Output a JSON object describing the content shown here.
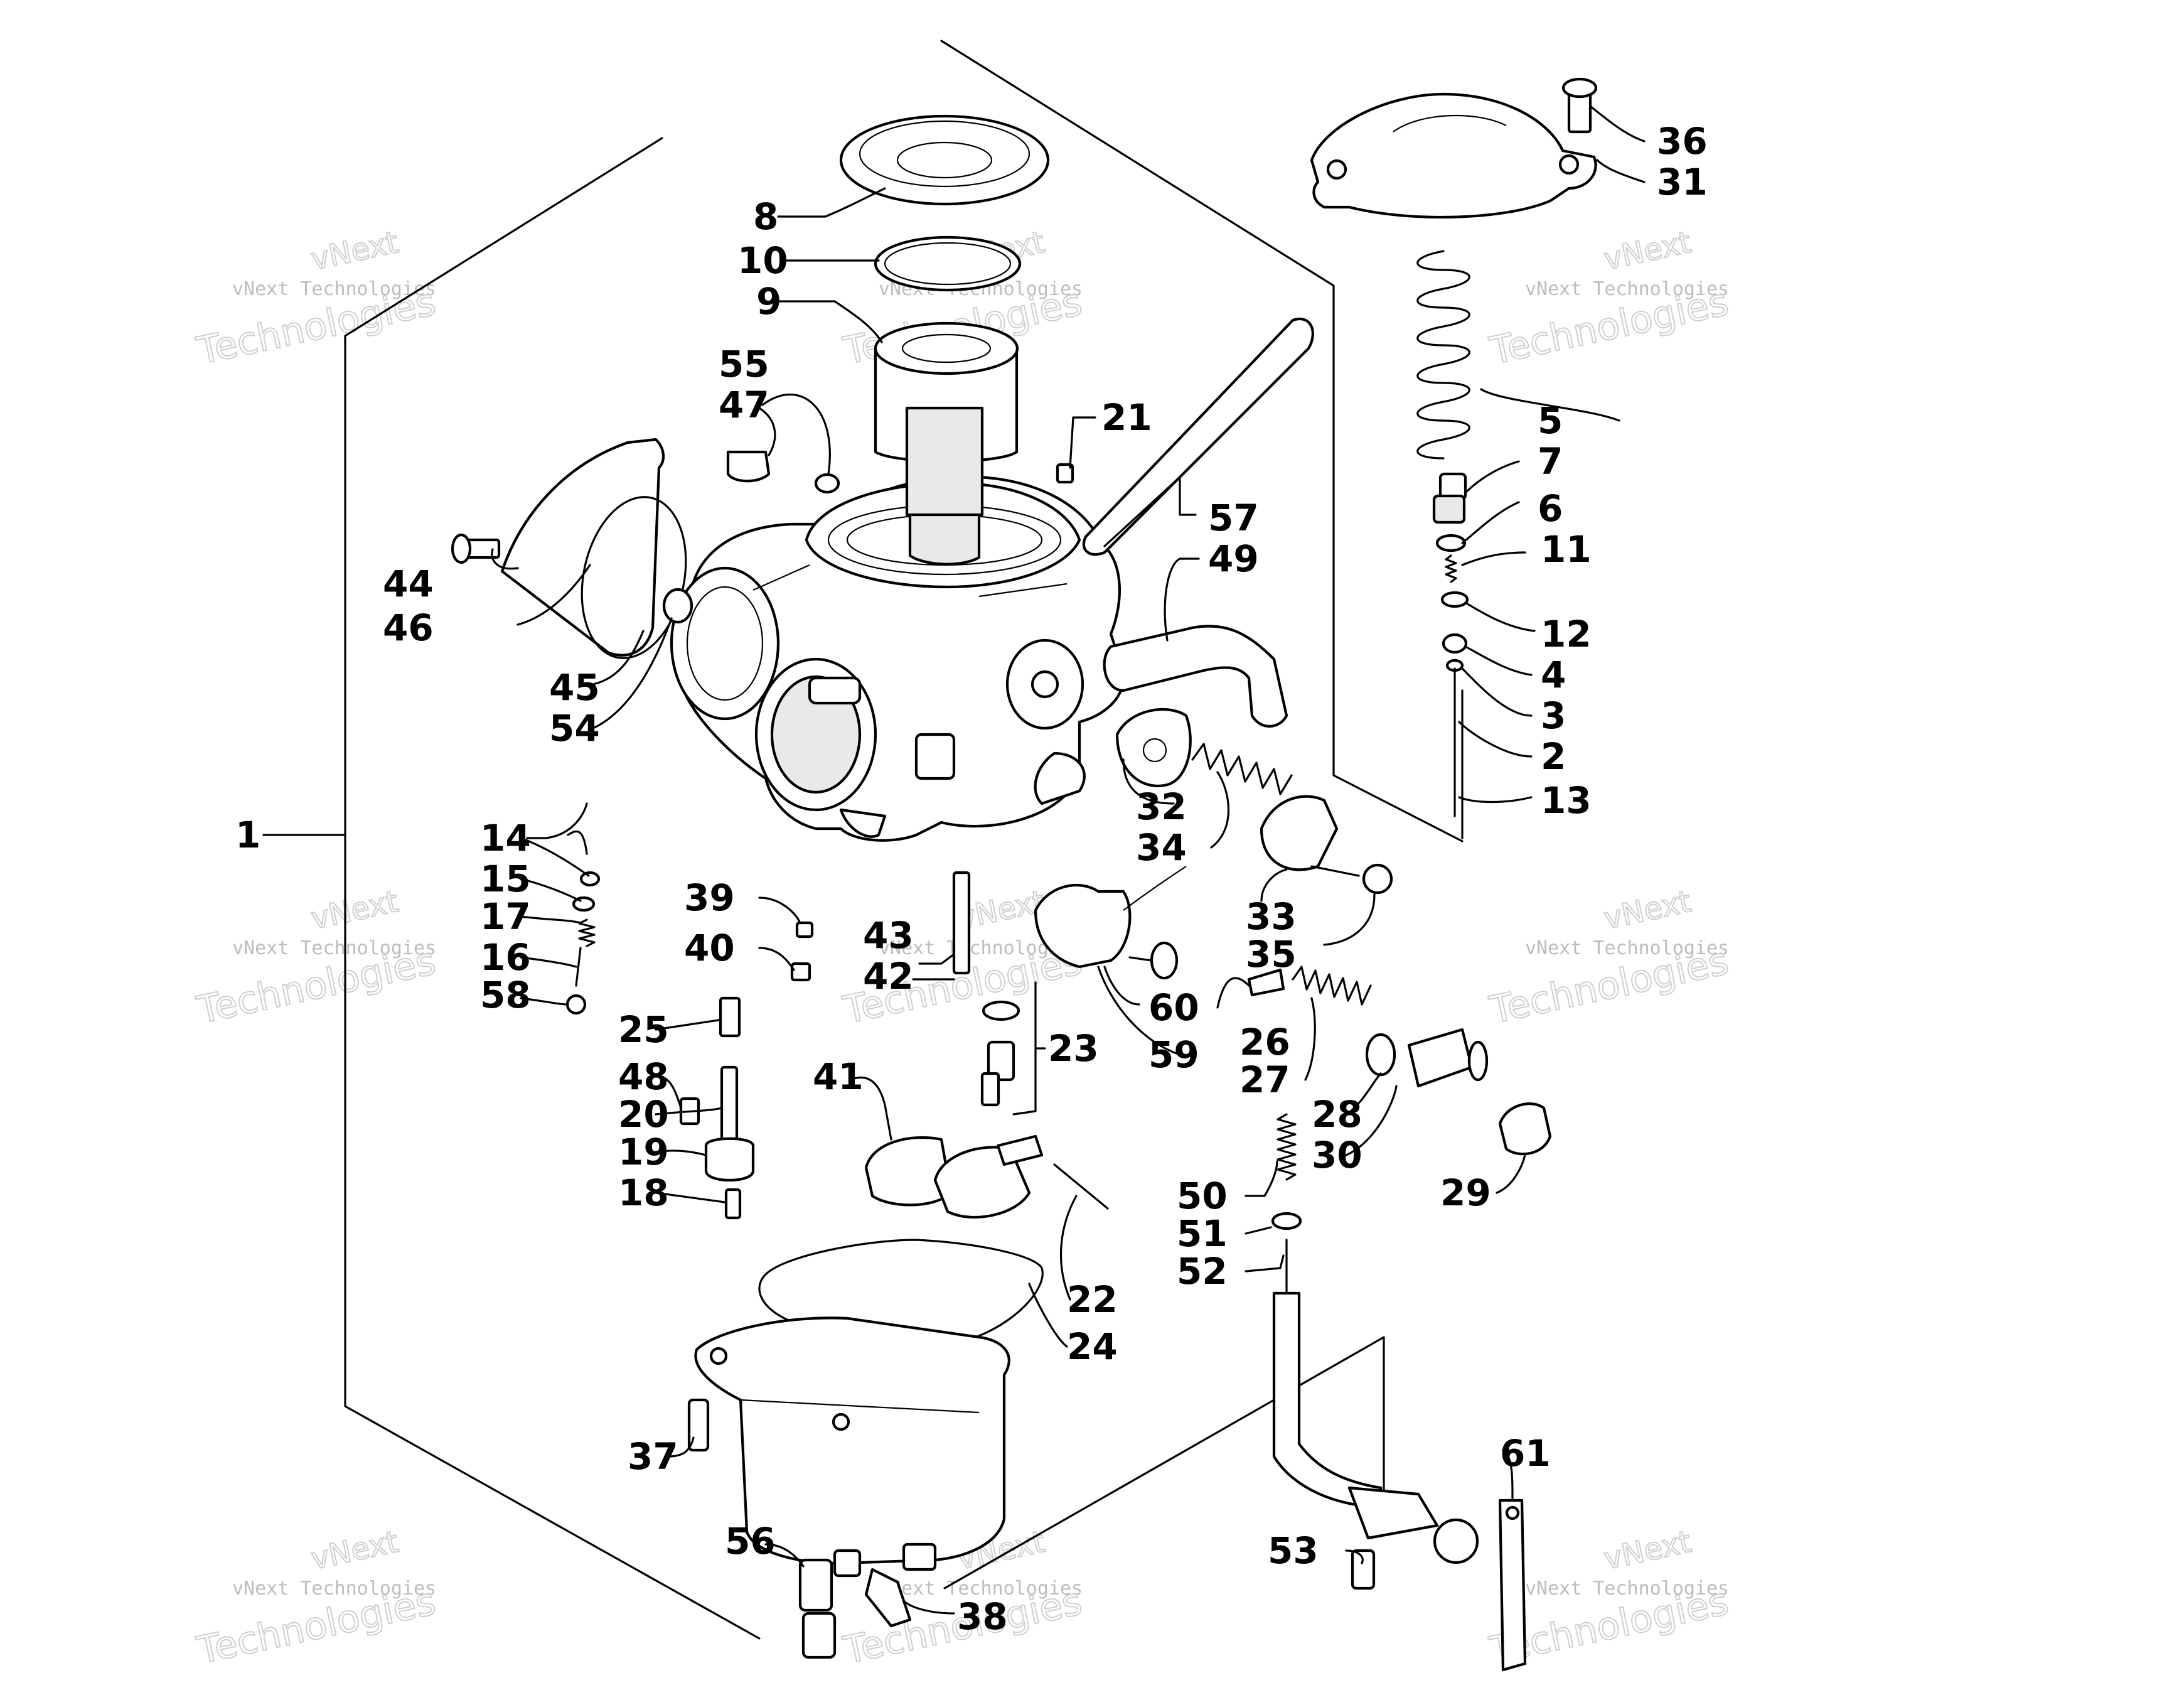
{
  "watermark": {
    "brand": "vNext",
    "company": "vNext Technologies",
    "word": "Technologies"
  },
  "callouts": [
    "1",
    "2",
    "3",
    "4",
    "5",
    "6",
    "7",
    "8",
    "9",
    "10",
    "11",
    "12",
    "13",
    "14",
    "15",
    "16",
    "17",
    "18",
    "19",
    "20",
    "21",
    "22",
    "23",
    "24",
    "25",
    "26",
    "27",
    "28",
    "29",
    "30",
    "31",
    "32",
    "33",
    "34",
    "35",
    "36",
    "37",
    "38",
    "39",
    "40",
    "41",
    "42",
    "43",
    "44",
    "45",
    "46",
    "47",
    "48",
    "49",
    "50",
    "51",
    "52",
    "53",
    "54",
    "55",
    "56",
    "57",
    "58",
    "59",
    "60",
    "61"
  ]
}
